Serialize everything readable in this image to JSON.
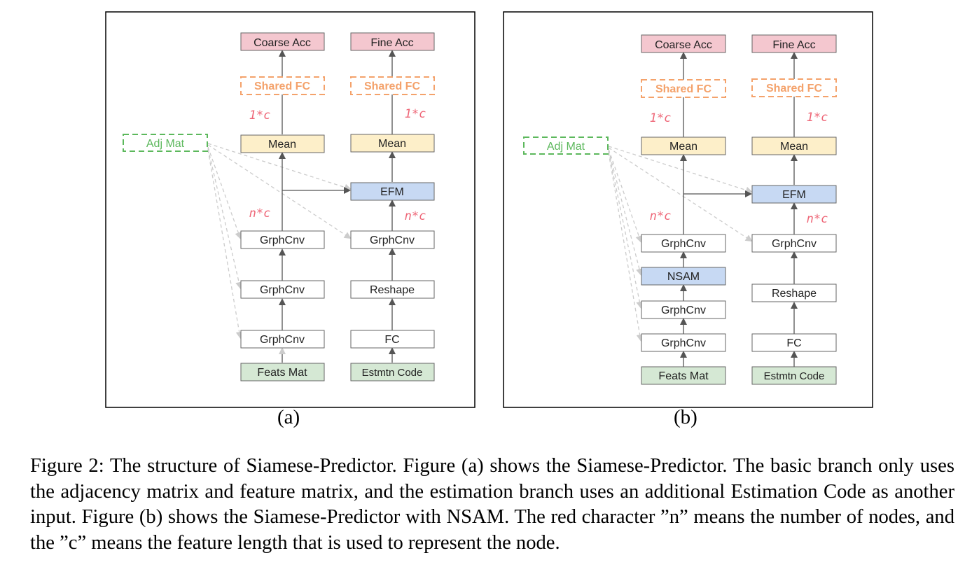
{
  "diagram": {
    "colors": {
      "output_fill": "#f4c7cf",
      "mean_fill": "#fdefc9",
      "efm_fill": "#c7d9f3",
      "nsam_fill": "#c7d9f3",
      "input_fill": "#d5e8d4",
      "plain_fill": "#ffffff",
      "box_stroke": "#666666",
      "shared_fc": "#f4a26b",
      "adj_mat": "#5cb85c",
      "dim_label": "#ee6677",
      "arrow": "#555555",
      "dashed_arrow": "#cccccc"
    },
    "panel_a": {
      "label": "(a)",
      "basic": {
        "output": "Coarse Acc",
        "shared_fc": "Shared FC",
        "dim_top": "1*c",
        "mean": "Mean",
        "dim_mid": "n*c",
        "gc1": "GrphCnv",
        "gc2": "GrphCnv",
        "gc3": "GrphCnv",
        "input": "Feats Mat"
      },
      "estimation": {
        "output": "Fine Acc",
        "shared_fc": "Shared FC",
        "dim_top": "1*c",
        "mean": "Mean",
        "efm": "EFM",
        "dim_mid": "n*c",
        "gc": "GrphCnv",
        "reshape": "Reshape",
        "fc": "FC",
        "input": "Estmtn Code"
      },
      "adj_mat": "Adj Mat"
    },
    "panel_b": {
      "label": "(b)",
      "basic": {
        "output": "Coarse Acc",
        "shared_fc": "Shared FC",
        "dim_top": "1*c",
        "mean": "Mean",
        "dim_mid": "n*c",
        "gc1": "GrphCnv",
        "nsam": "NSAM",
        "gc2": "GrphCnv",
        "gc3": "GrphCnv",
        "input": "Feats Mat"
      },
      "estimation": {
        "output": "Fine Acc",
        "shared_fc": "Shared FC",
        "dim_top": "1*c",
        "mean": "Mean",
        "efm": "EFM",
        "dim_mid": "n*c",
        "gc": "GrphCnv",
        "reshape": "Reshape",
        "fc": "FC",
        "input": "Estmtn Code"
      },
      "adj_mat": "Adj Mat"
    }
  },
  "caption": "Figure 2: The structure of Siamese-Predictor. Figure (a) shows the Siamese-Predictor. The basic branch only uses the adjacency matrix and feature matrix, and the estimation branch uses an additional Estimation Code as another input. Figure (b) shows the Siamese-Predictor with NSAM. The red character ”n” means the number of nodes, and the ”c” means the feature length that is used to represent the node."
}
